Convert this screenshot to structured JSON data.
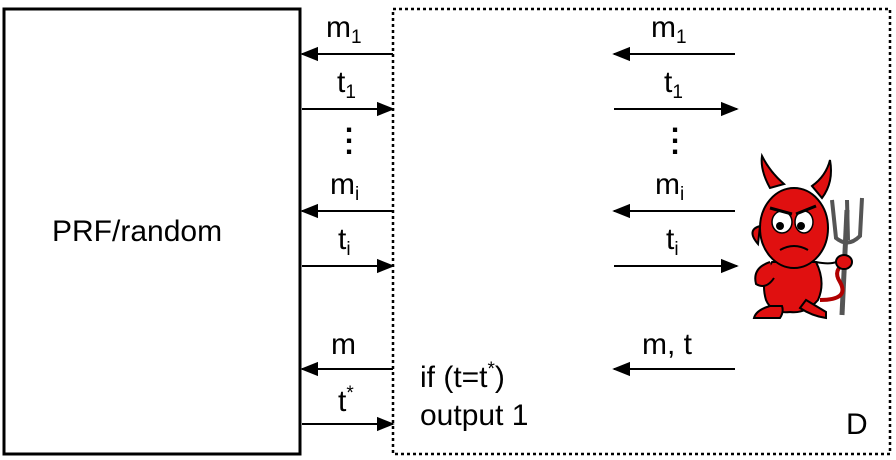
{
  "prf_box": {
    "label": "PRF/random"
  },
  "distinguisher": {
    "label": "D"
  },
  "queries": {
    "m1": {
      "base": "m",
      "sub": "1"
    },
    "t1": {
      "base": "t",
      "sub": "1"
    },
    "mi": {
      "base": "m",
      "sub": "i"
    },
    "ti": {
      "base": "t",
      "sub": "i"
    }
  },
  "challenge": {
    "m": "m",
    "tstar": {
      "base": "t",
      "sup": "*"
    },
    "adversary_output": "m, t"
  },
  "check": {
    "line1_pre": "if (t=t",
    "line1_sup": "*",
    "line1_post": ")",
    "line2": "output 1"
  },
  "icons": {
    "adversary": "devil-icon"
  },
  "colors": {
    "devil": "#e01010",
    "line": "#000000"
  }
}
